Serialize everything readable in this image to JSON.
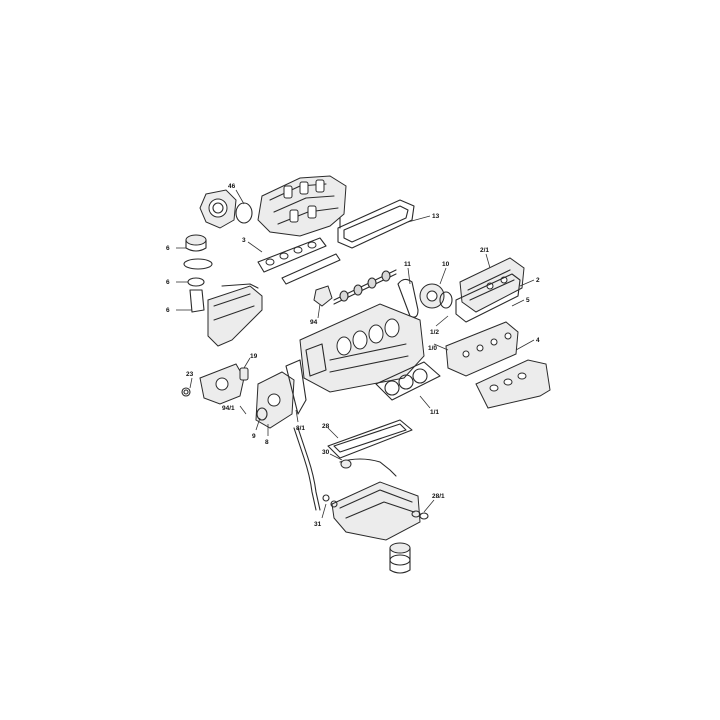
{
  "callouts": {
    "c46": "46",
    "c13": "13",
    "c3": "3",
    "c6a": "6",
    "c6b": "6",
    "c6c": "6",
    "c21_1": "2/1",
    "c2": "2",
    "c11": "11",
    "c10": "10",
    "c5": "5",
    "c94": "94",
    "c1_2": "1/2",
    "c1_0": "1/0",
    "c4": "4",
    "c19": "19",
    "c23": "23",
    "c94_1": "94/1",
    "c9": "9",
    "c8": "8",
    "c8_1": "8/1",
    "c1_1": "1/1",
    "c28": "28",
    "c30": "30",
    "c28_1": "28/1",
    "c31": "31"
  }
}
